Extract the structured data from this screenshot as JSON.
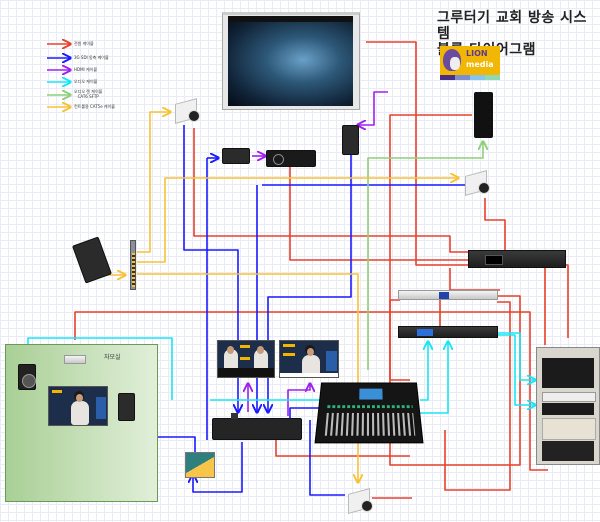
{
  "title": "그루터기 교회 방송 시스템\n블록 다이어그램",
  "logo": {
    "line1": "LION",
    "line2": "media",
    "colors": {
      "background": "#f2b705",
      "stripe1": "#4a2f86",
      "stripe2": "#7b8fd0",
      "stripe3": "#86c6ee",
      "stripe4": "#8ed8b6"
    }
  },
  "legend": [
    {
      "label": "전원 케이블",
      "color": "#e8412c"
    },
    {
      "label": "3G SDI 동축 케이블",
      "color": "#1a1aff"
    },
    {
      "label": "HDMI 케이블",
      "color": "#a020f0"
    },
    {
      "label": "오디오 케이블",
      "color": "#19e6f5"
    },
    {
      "label": "오디오 랜 케이블\nCAT6 SFTP",
      "color": "#8fcf7a"
    },
    {
      "label": "컨트롤용 CAT5e 케이블",
      "color": "#f7c234"
    }
  ],
  "room": {
    "label": "자모실"
  },
  "devices": [
    "projection-screen",
    "ptz-camera-1",
    "ptz-camera-2",
    "ptz-camera-3",
    "ptz-controller",
    "network-switch",
    "sdi-hdmi-converter",
    "video-recorder",
    "hdmi-converter",
    "stage-box",
    "power-sequencer",
    "audio-interface",
    "speaker-processor",
    "equipment-rack",
    "multiview-monitor",
    "program-monitor",
    "video-switcher",
    "digital-mixer",
    "sdi-distributor",
    "room-speaker",
    "room-power-strip",
    "room-monitor",
    "room-converter"
  ]
}
